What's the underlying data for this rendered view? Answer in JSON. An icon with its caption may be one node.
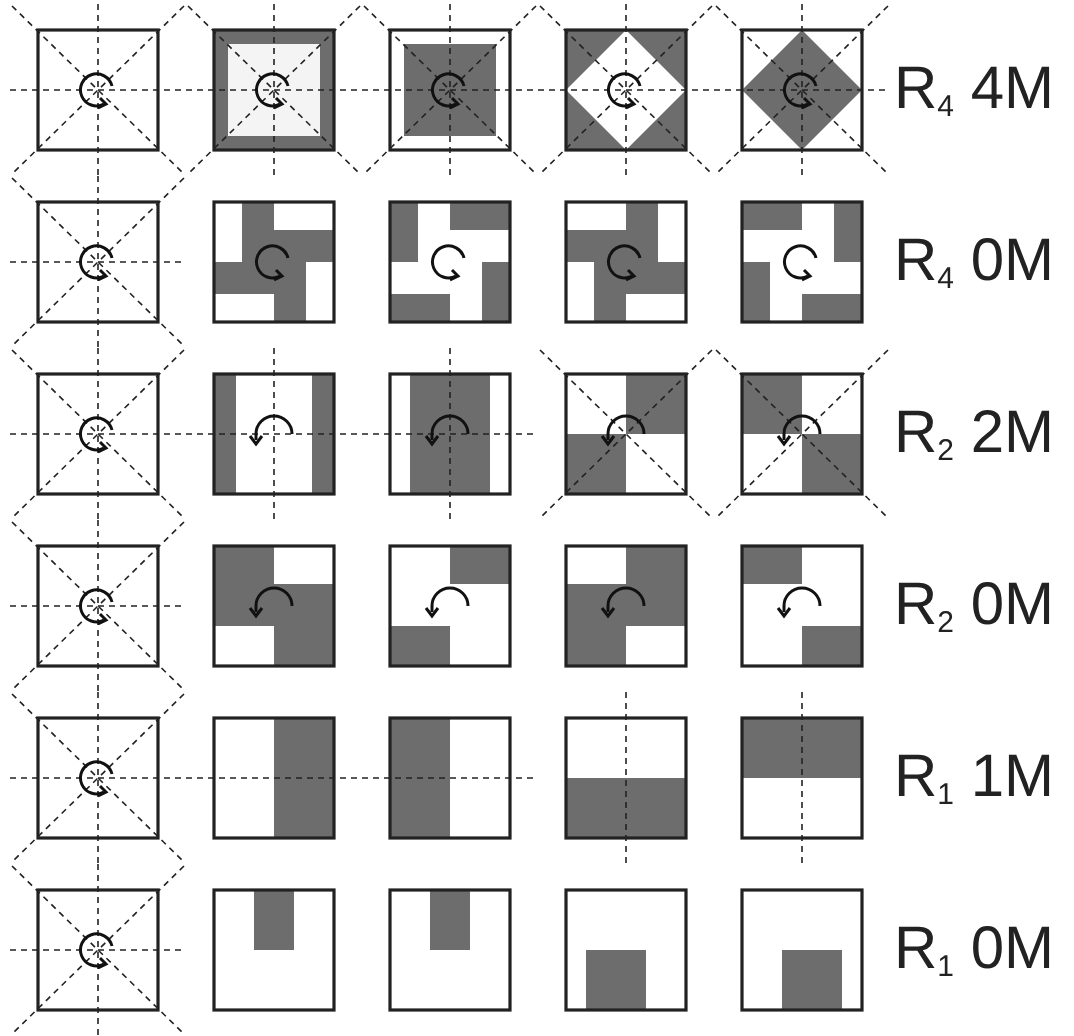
{
  "diagram": {
    "labels": [
      "R$_{4}$ 4M",
      "R$_{4}$ 0M",
      "R$_{2}$ 2M",
      "R$_{2}$ 0M",
      "R$_{1}$ 1M",
      "R$_{1}$ 0M"
    ]
  }
}
